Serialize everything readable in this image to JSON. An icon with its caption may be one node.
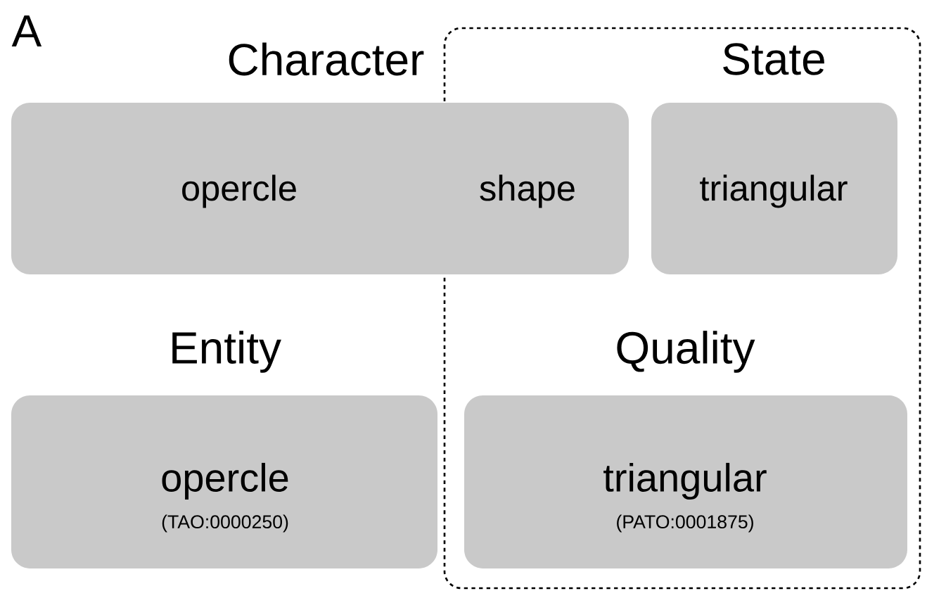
{
  "diagram": {
    "nodes": [
      {
        "text": [],
        "shape": "box"
      },
      {
        "text": [
          "Character",
          "opercle",
          "shape"
        ]
      },
      {
        "text": [
          "State",
          "triangular"
        ],
        "in": 0
      },
      {
        "text": [
          "Entity",
          "opercle",
          "(TAO:0000250)"
        ]
      },
      {
        "text": [
          "Quality",
          "triangular",
          "(PATO:0001875)"
        ],
        "in": 0
      }
    ],
    "labels": [
      "A"
    ]
  }
}
